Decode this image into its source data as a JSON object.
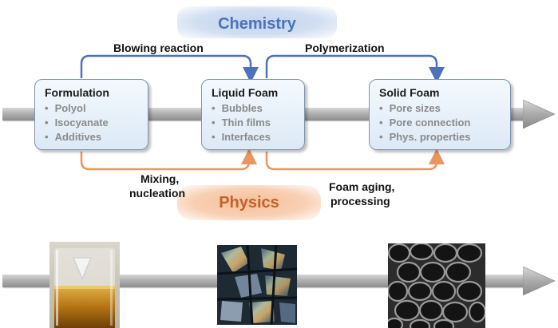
{
  "blobs": {
    "chemistry": "Chemistry",
    "physics": "Physics"
  },
  "reactions": {
    "blowing": "Blowing reaction",
    "polymerization": "Polymerization",
    "mixing_line1": "Mixing,",
    "mixing_line2": "nucleation",
    "aging_line1": "Foam aging,",
    "aging_line2": "processing"
  },
  "boxes": [
    {
      "title": "Formulation",
      "items": [
        "Polyol",
        "Isocyanate",
        "Additives"
      ]
    },
    {
      "title": "Liquid Foam",
      "items": [
        "Bubbles",
        "Thin films",
        "Interfaces"
      ]
    },
    {
      "title": "Solid Foam",
      "items": [
        "Pore sizes",
        "Pore connection",
        "Phys. properties"
      ]
    }
  ],
  "colors": {
    "chemistry_accent": "#4a73b9",
    "physics_accent": "#e8955e",
    "arrow_gray": "#a9a9a9"
  },
  "photos": [
    {
      "icon": "beaker-photo"
    },
    {
      "icon": "liquid-foam-photo"
    },
    {
      "icon": "solid-foam-micrograph"
    }
  ]
}
